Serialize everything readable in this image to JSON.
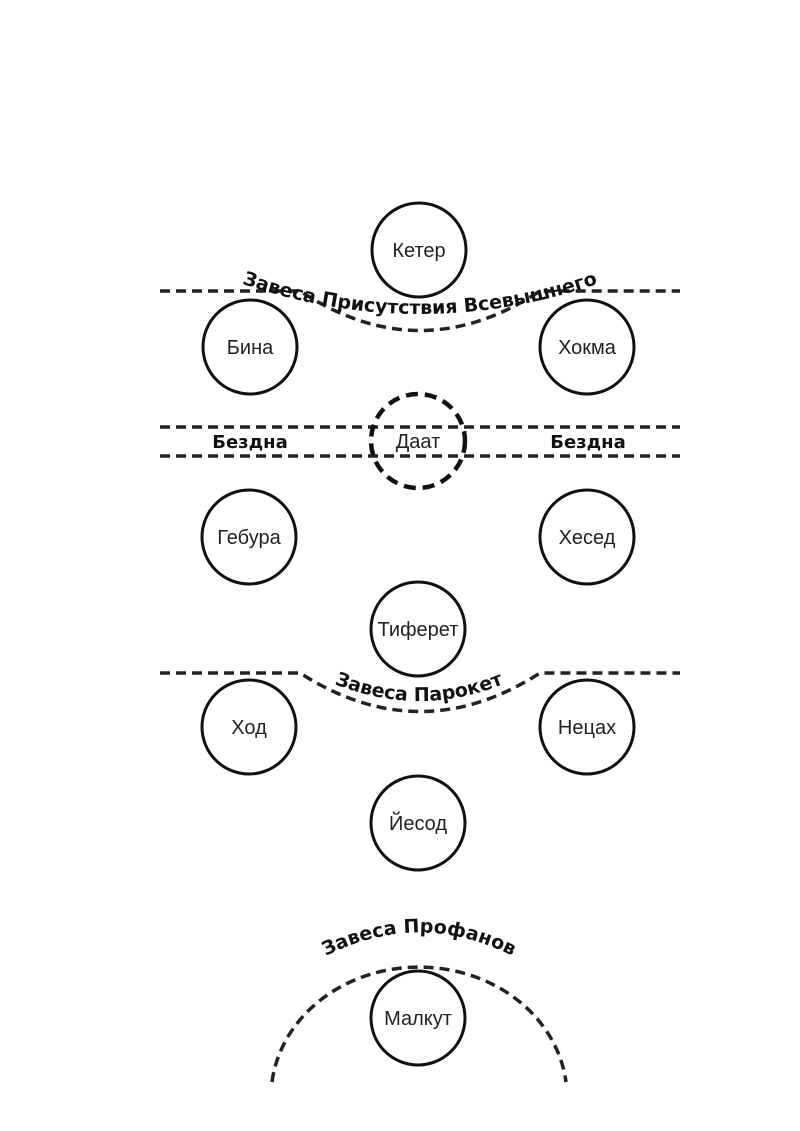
{
  "veils": {
    "supreme": "Завеса Присутствия Всевышнего",
    "paroket": "Завеса Парокет",
    "profane": "Завеса Профанов"
  },
  "abyss": {
    "left": "Бездна",
    "right": "Бездна"
  },
  "sephiroth": {
    "keter": "Кетер",
    "binah": "Бина",
    "chokmah": "Хокма",
    "daat": "Даат",
    "geburah": "Гебура",
    "chesed": "Хесед",
    "tiferet": "Тиферет",
    "hod": "Ход",
    "netzach": "Нецах",
    "yesod": "Йесод",
    "malkut": "Малкут"
  },
  "colors": {
    "stroke": "#111111",
    "background": "#ffffff"
  }
}
